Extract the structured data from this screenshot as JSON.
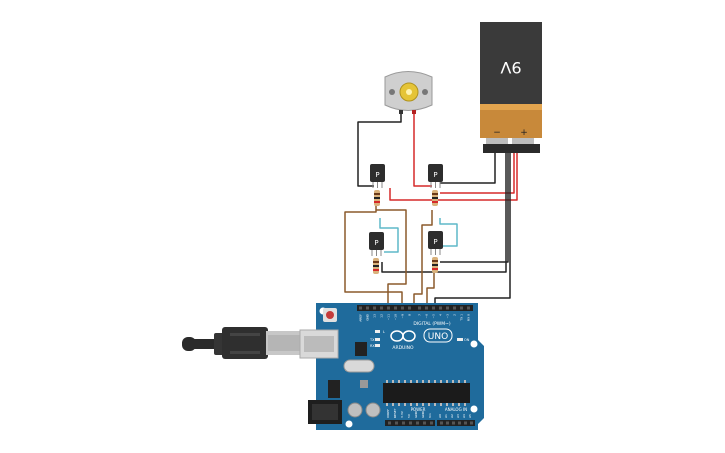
{
  "battery": {
    "label": "9V",
    "minus": "−",
    "plus": "+"
  },
  "transistors": [
    {
      "label": "P"
    },
    {
      "label": "P"
    },
    {
      "label": "P"
    },
    {
      "label": "P"
    }
  ],
  "arduino": {
    "logo": "ARDUINO",
    "model": "UNO",
    "digital_header": "DIGITAL (PWM~)",
    "power_header": "POWER",
    "analog_header": "ANALOG IN",
    "led_l": "L",
    "led_tx": "TX",
    "led_rx": "RX",
    "led_on": "ON",
    "pin_labels_top": [
      "AREF",
      "GND",
      "13",
      "12",
      "~11",
      "~10",
      "~9",
      "8",
      "7",
      "~6",
      "~5",
      "4",
      "~3",
      "2",
      "TX 1",
      "RX 0"
    ],
    "power_pins": [
      "IOREF",
      "RESET",
      "3.3V",
      "5V",
      "GND",
      "GND",
      "Vin"
    ],
    "analog_pins": [
      "A0",
      "A1",
      "A2",
      "A3",
      "A4",
      "A5"
    ]
  },
  "colors": {
    "board": "#1f6b9c",
    "wire_red": "#d62a2a",
    "wire_black": "#222222",
    "wire_brown": "#8b5a2b",
    "wire_cyan": "#5fb8c9",
    "battery_body": "#3a3a3a",
    "battery_bottom": "#c8893a"
  }
}
